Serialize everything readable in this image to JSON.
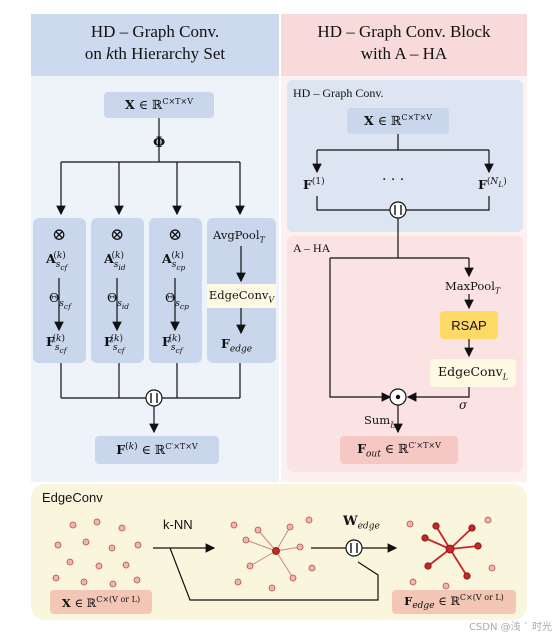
{
  "left_panel": {
    "title_line1": "HD – Graph Conv.",
    "title_line2": "on kth Hierarchy Set",
    "input": "X ∈ ℝ^{C×T×V}",
    "phi": "Φ",
    "branches": [
      {
        "mult": "⊗",
        "adj": "A(k) s_cf",
        "theta": "Θ s_cf",
        "feat": "F(k) s_cf"
      },
      {
        "mult": "⊗",
        "adj": "A(k) s_id",
        "theta": "Θ s_id",
        "feat": "F(k) s_cf"
      },
      {
        "mult": "⊗",
        "adj": "A(k) s_cp",
        "theta": "Θ s_cp",
        "feat": "F(k) s_cf"
      }
    ],
    "pool": "AvgPool T",
    "edgeconv": "EdgeConv V",
    "fedge": "F edge",
    "output": "F(k) ∈ ℝ^{C′×T×V}"
  },
  "right_panel": {
    "title_line1": "HD – Graph Conv. Block",
    "title_line2": "with A – HA",
    "hd_label": "HD – Graph Conv.",
    "input": "X ∈ ℝ^{C×T×V}",
    "f1": "F(1)",
    "dots": "· · ·",
    "fn": "F(N_L)",
    "aha_label": "A – HA",
    "maxpool": "MaxPool T",
    "rsap": "RSAP",
    "edgeconv": "EdgeConv L",
    "sigma": "σ",
    "sum": "Sum L",
    "output": "F_out ∈ ℝ^{C′×T×V}"
  },
  "bottom_panel": {
    "title": "EdgeConv",
    "knn": "k-NN",
    "wedge": "W edge",
    "input": "X ∈ ℝ^{C×(V or L)}",
    "output": "F edge ∈ ℝ^{C×(V or L)}"
  },
  "colors": {
    "left_bg": "#eef2f9",
    "left_title_bg": "#cdd9ef",
    "right_bg": "#fdf0f0",
    "right_title_bg": "#f8dada",
    "block_blue": "#dde5f3",
    "block_pink": "#fbe3e3",
    "bottom_bg": "#faf6de",
    "node_fill": "#eeb7ad",
    "node_dark": "#c62828",
    "rsap": "#ffd966",
    "edgeconv_box": "#fdf9e3",
    "output_pink": "#f6c8c4"
  },
  "watermark": "CSDN @浅 ` 时光"
}
